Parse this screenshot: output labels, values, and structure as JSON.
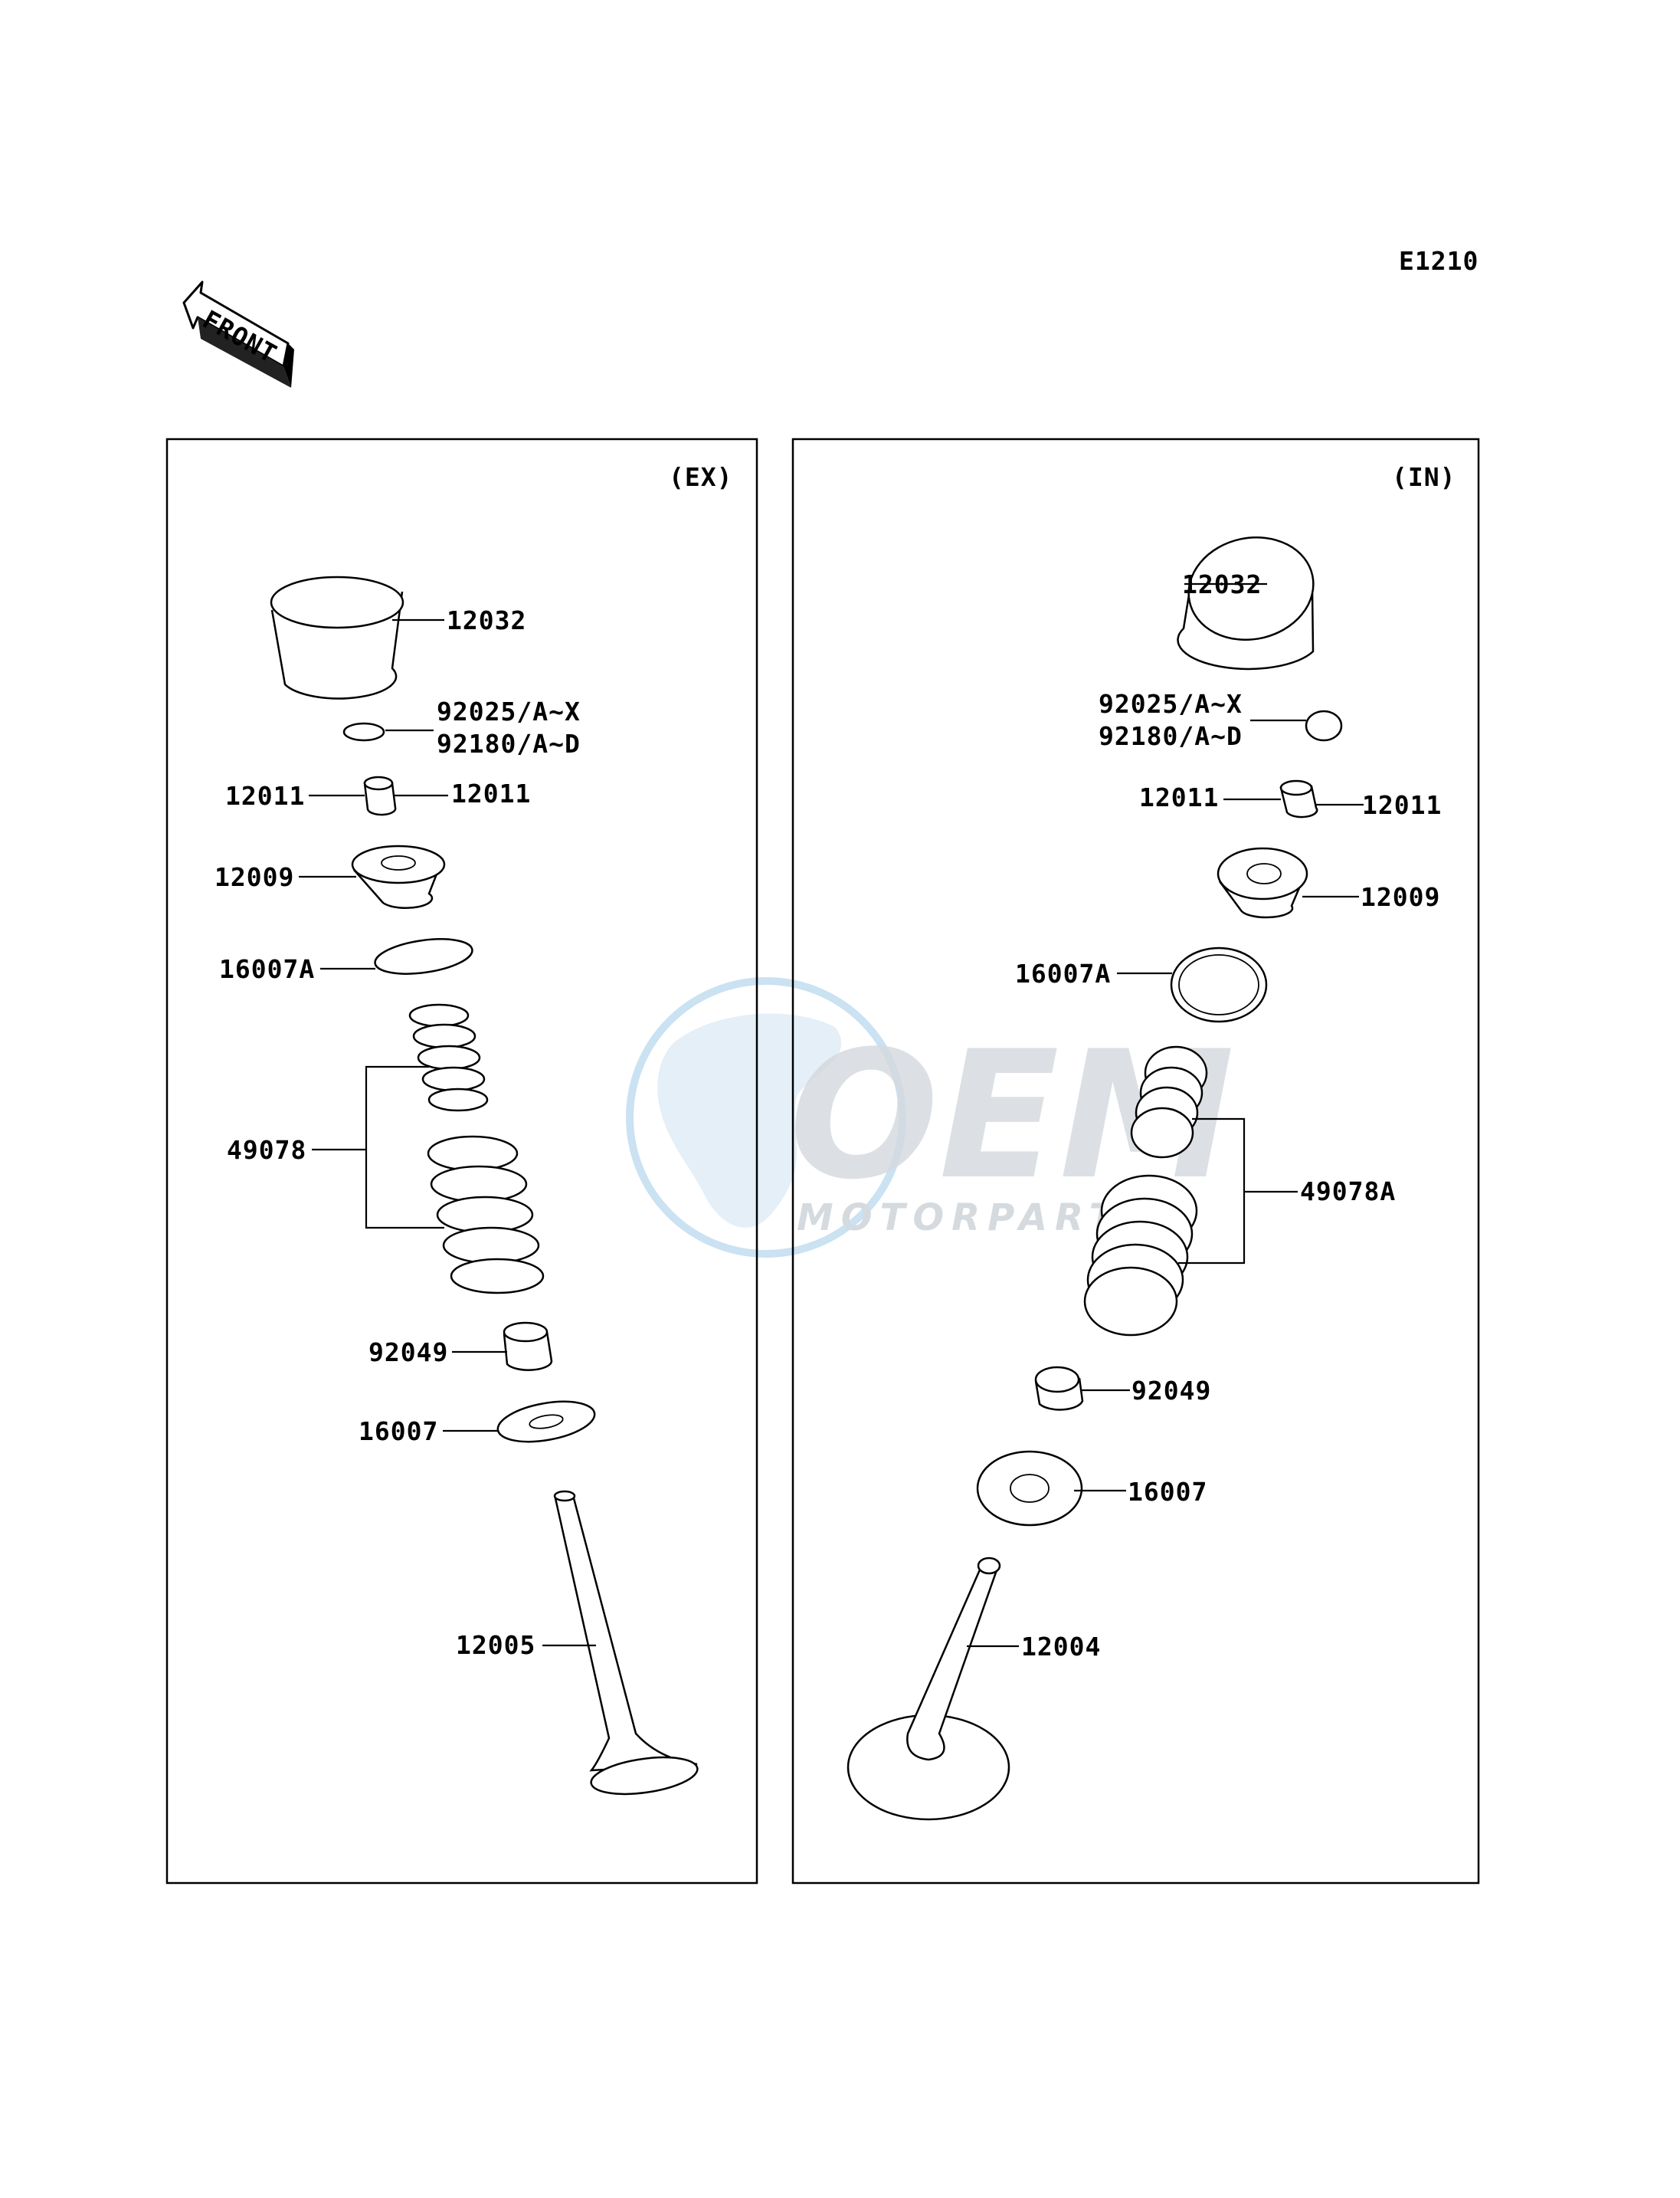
{
  "diagram_code": "E1210",
  "front_label": "FRONT",
  "watermark": {
    "brand": "OEM",
    "sub": "MOTORPARTS"
  },
  "panels": [
    {
      "id": "ex",
      "header": "(EX)",
      "labels": {
        "tappet": "12032",
        "shim_1": "92025/A~X",
        "shim_2": "92180/A~D",
        "cotter_left": "12011",
        "cotter_right": "12011",
        "retainer": "12009",
        "spring_seat_a": "16007A",
        "spring_set": "49078",
        "stem_seal": "92049",
        "spring_seat": "16007",
        "valve": "12005"
      }
    },
    {
      "id": "in",
      "header": "(IN)",
      "labels": {
        "tappet": "12032",
        "shim_1": "92025/A~X",
        "shim_2": "92180/A~D",
        "cotter_left": "12011",
        "cotter_right": "12011",
        "retainer": "12009",
        "spring_seat_a": "16007A",
        "spring_set": "49078A",
        "stem_seal": "92049",
        "spring_seat": "16007",
        "valve": "12004"
      }
    }
  ]
}
